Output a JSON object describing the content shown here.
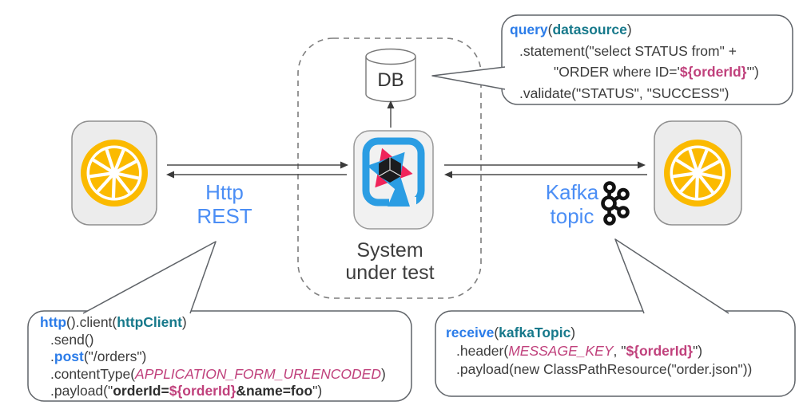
{
  "labels": {
    "db": "DB",
    "system_under_test": "System under test",
    "http_rest": "Http REST",
    "kafka_topic": "Kafka topic"
  },
  "colors": {
    "keyword": "#2b7ce9",
    "endpoint": "#17798b",
    "variable": "#c0417c",
    "code_text": "#3c3c3c",
    "label_blue": "#4b8ef5",
    "citrus_yellow": "#fbba00",
    "logo_blue": "#2b9de3",
    "logo_pink": "#f0245a"
  },
  "code_bubbles": {
    "query": {
      "lines": [
        {
          "indent": 0,
          "segments": [
            {
              "text": "query",
              "style": "keyword"
            },
            {
              "text": "(",
              "style": "plain"
            },
            {
              "text": "datasource",
              "style": "endpoint"
            },
            {
              "text": ")",
              "style": "plain"
            }
          ]
        },
        {
          "indent": 12,
          "segments": [
            {
              "text": ".statement(\"select STATUS from\" +",
              "style": "plain"
            }
          ]
        },
        {
          "indent": 55,
          "segments": [
            {
              "text": "\"ORDER where ID='",
              "style": "plain"
            },
            {
              "text": "${orderId}",
              "style": "variable"
            },
            {
              "text": "'\")",
              "style": "plain"
            }
          ]
        },
        {
          "indent": 12,
          "segments": [
            {
              "text": ".validate(\"STATUS\", \"SUCCESS\")",
              "style": "plain"
            }
          ]
        }
      ]
    },
    "http": {
      "lines": [
        {
          "indent": 0,
          "segments": [
            {
              "text": "http",
              "style": "keyword"
            },
            {
              "text": "().client(",
              "style": "plain"
            },
            {
              "text": "httpClient",
              "style": "endpoint"
            },
            {
              "text": ")",
              "style": "plain"
            }
          ]
        },
        {
          "indent": 13,
          "segments": [
            {
              "text": ".send()",
              "style": "plain"
            }
          ]
        },
        {
          "indent": 13,
          "segments": [
            {
              "text": ".",
              "style": "plain"
            },
            {
              "text": "post",
              "style": "keyword"
            },
            {
              "text": "(\"/orders\")",
              "style": "plain"
            }
          ]
        },
        {
          "indent": 13,
          "segments": [
            {
              "text": ".contentType(",
              "style": "plain"
            },
            {
              "text": "APPLICATION_FORM_URLENCODED",
              "style": "constant"
            },
            {
              "text": ")",
              "style": "plain"
            }
          ]
        },
        {
          "indent": 13,
          "segments": [
            {
              "text": ".payload(\"",
              "style": "plain"
            },
            {
              "text": "orderId=",
              "style": "bold"
            },
            {
              "text": "${orderId}",
              "style": "variable"
            },
            {
              "text": "&name=foo",
              "style": "bold"
            },
            {
              "text": "\")",
              "style": "plain"
            }
          ]
        }
      ]
    },
    "receive": {
      "lines": [
        {
          "indent": 0,
          "segments": [
            {
              "text": "receive",
              "style": "keyword"
            },
            {
              "text": "(",
              "style": "plain"
            },
            {
              "text": "kafkaTopic",
              "style": "endpoint"
            },
            {
              "text": ")",
              "style": "plain"
            }
          ]
        },
        {
          "indent": 13,
          "segments": [
            {
              "text": ".header(",
              "style": "plain"
            },
            {
              "text": "MESSAGE_KEY",
              "style": "constant"
            },
            {
              "text": ", \"",
              "style": "plain"
            },
            {
              "text": "${orderId}",
              "style": "variable"
            },
            {
              "text": "\")",
              "style": "plain"
            }
          ]
        },
        {
          "indent": 13,
          "segments": [
            {
              "text": ".payload(new ClassPathResource(\"order.json\"))",
              "style": "plain"
            }
          ]
        }
      ]
    }
  }
}
